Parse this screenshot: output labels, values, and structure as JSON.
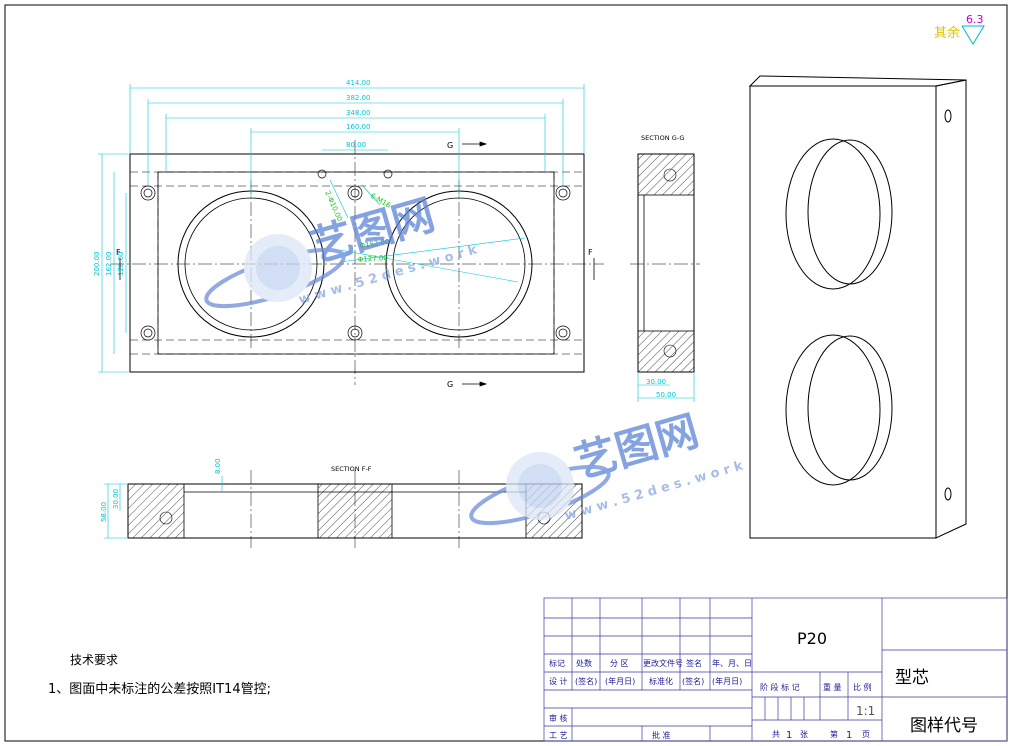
{
  "surface_finish": {
    "label": "其余",
    "value": "6.3"
  },
  "front_view": {
    "dims_h": [
      "414.00",
      "382.00",
      "348.00",
      "160.00",
      "80.00"
    ],
    "dims_v": [
      "200.00",
      "162.00",
      "128.00"
    ],
    "callouts": [
      "2-Φ10.00",
      "6-M16",
      "Φ152.00",
      "Φ127.00"
    ],
    "section_marks": {
      "g": "G",
      "f": "F"
    }
  },
  "section_gg": {
    "title": "SECTION G-G",
    "dims": [
      "30.00",
      "50.00"
    ]
  },
  "section_ff": {
    "title": "SECTION F-F",
    "dims": [
      "8.00",
      "30.00",
      "58.00"
    ]
  },
  "watermark": {
    "brand": "艺图网",
    "url": "w w w . 5 2 d e s . w o r k"
  },
  "tech_req": {
    "title": "技术要求",
    "item1": "1、图面中未标注的公差按照IT14管控;"
  },
  "title_block": {
    "part_code": "P20",
    "part_name": "型芯",
    "drawing_no_label": "图样代号",
    "scale": "1:1",
    "row1": [
      "标记",
      "处数",
      "分 区",
      "更改文件号",
      "签名",
      "年、月、日"
    ],
    "row2": [
      "设 计",
      "(签名)",
      "(年月日)",
      "标准化",
      "(签名)",
      "(年月日)"
    ],
    "row3": [
      "阶 段 标 记",
      "重 量",
      "比 例"
    ],
    "row4": [
      "审 核"
    ],
    "row5": [
      "工 艺",
      "批 准"
    ],
    "sheet": {
      "total_prefix": "共",
      "total": "1",
      "total_unit": "张",
      "page_prefix": "第",
      "page": "1",
      "page_unit": "页"
    }
  }
}
